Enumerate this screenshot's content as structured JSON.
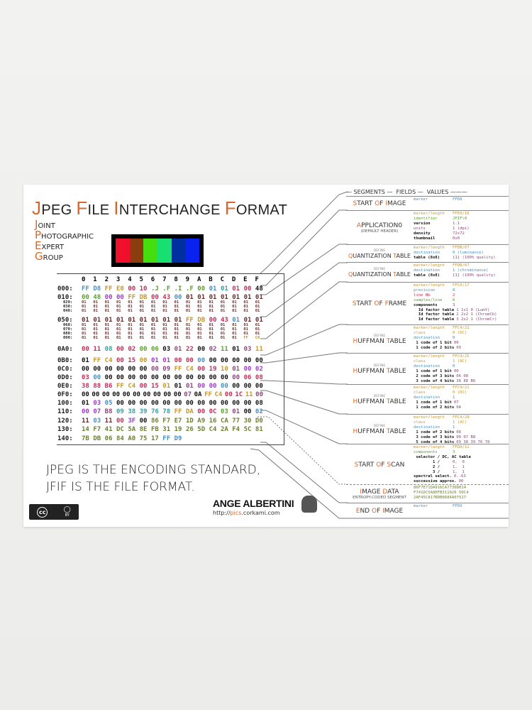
{
  "title": {
    "parts": [
      [
        "J",
        "peg "
      ],
      [
        "F",
        "ile "
      ],
      [
        "I",
        "nterchange "
      ],
      [
        "F",
        "ormat"
      ]
    ]
  },
  "acronym": [
    [
      "J",
      "OINT"
    ],
    [
      "P",
      "HOTOGRAPHIC"
    ],
    [
      "E",
      "XPERT"
    ],
    [
      "G",
      "ROUP"
    ]
  ],
  "image_colors": [
    "#f0102c",
    "#8b3d10",
    "#45dc10",
    "#18e070",
    "#0030a0",
    "#0a22f0"
  ],
  "palette": {
    "b": "#4a8fc0",
    "o": "#c8962c",
    "r": "#c03058",
    "g": "#5aa030",
    "p": "#a03cc8",
    "k": "#111111",
    "t": "#3c9ca0",
    "n": "#6a2a2a",
    "l": "#6c8030",
    "m": "#8a4a7a"
  },
  "hex": {
    "columns": [
      "0",
      "1",
      "2",
      "3",
      "4",
      "5",
      "6",
      "7",
      "8",
      "9",
      "A",
      "B",
      "C",
      "D",
      "E",
      "F"
    ],
    "rows": [
      {
        "addr": "000:",
        "size": "big",
        "cells": "FF D8 FF E0 00 10 .J .F .I .F 00 01 01 01 00 48",
        "colors": "bboorrggggg btrr"
      },
      {
        "addr": "010:",
        "size": "big",
        "cells": "00 48 00 00 FF DB 00 43 00 01 01 01 01 01 01 01",
        "colors": "ggppoorrbnnnnnnn"
      },
      {
        "addr": "020:",
        "size": "small",
        "cells": "01 01 01 01 01 01 01 01 01 01 01 01 01 01 01 01",
        "colors": "nnnnnnnnnnnnnnnn"
      },
      {
        "addr": "030:",
        "size": "small",
        "cells": "01 01 01 01 01 01 01 01 01 01 01 01 01 01 01 01",
        "colors": "nnnnnnnnnnnnnnnn"
      },
      {
        "addr": "040:",
        "size": "small",
        "cells": "01 01 01 01 01 01 01 01 01 01 01 01 01 01 01 01",
        "colors": "nnnnnnnnnnnnnnnn"
      },
      {
        "addr": "050:",
        "size": "big",
        "cells": "01 01 01 01 01 01 01 01 01 FF DB 00 43 01 01 01",
        "colors": "nnnnnnnnnoorrbnn"
      },
      {
        "addr": "060:",
        "size": "small",
        "cells": "01 01 01 01 01 01 01 01 01 01 01 01 01 01 01 01",
        "colors": "nnnnnnnnnnnnnnnn"
      },
      {
        "addr": "070:",
        "size": "small",
        "cells": "01 01 01 01 01 01 01 01 01 01 01 01 01 01 01 01",
        "colors": "nnnnnnnnnnnnnnnn"
      },
      {
        "addr": "080:",
        "size": "small",
        "cells": "01 01 01 01 01 01 01 01 01 01 01 01 01 01 01 01",
        "colors": "nnnnnnnnnnnnnnnn"
      },
      {
        "addr": "090:",
        "size": "small",
        "cells": "01 01 01 01 01 01 01 01 01 01 01 01 01 01 FF C0",
        "colors": "nnnnnnnnnnnnnnoo"
      },
      {
        "addr": "0A0:",
        "size": "big",
        "cells": "00 11 08 00 02 00 06 03 01 22 00 02 11 01 03 11",
        "colors": "rrtrrggkmrkmgkmo"
      },
      {
        "addr": "0B0:",
        "size": "big",
        "cells": "01 FF C4 00 15 00 01 01 00 00 00 00 00 00 00 00",
        "colors": "koorropprrbkkkkk"
      },
      {
        "addr": "0C0:",
        "size": "big",
        "cells": "00 00 00 00 00 00 00 09 FF C4 00 19 10 01 00 02",
        "colors": "kkkkkkmmoorrompp"
      },
      {
        "addr": "0D0:",
        "size": "big",
        "cells": "03 00 00 00 00 00 00 00 00 00 00 00 00 00 06 08",
        "colors": "rbkkkkkkkkkkkmrr"
      },
      {
        "addr": "0E0:",
        "size": "big",
        "cells": "38 88 B6 FF C4 00 15 01 01 01 00 00 00 00 00 00",
        "colors": "rrroorrokmppbkkk"
      },
      {
        "addr": "0F0:",
        "size": "big",
        "cells": "00 00 00 00 00 00 00 00 00 00 07 0A FF C4 00 1C 11 00",
        "colors": "kkkkkkkkkkmkoorrom"
      },
      {
        "addr": "100:",
        "size": "big",
        "cells": "01 03 05 00 00 00 00 00 00 00 00 00 00 00 00 08",
        "colors": "kpbkkkkkkkkkkkkk"
      },
      {
        "addr": "110:",
        "size": "big",
        "cells": "00 07 B8 09 38 39 76 78 FF DA 00 0C 03 01 00 02",
        "colors": "ppmtttttoorrgmkb"
      },
      {
        "addr": "120:",
        "size": "big",
        "cells": "11 03 11 00 3F 00 86 F7 E7 1D A9 16 CA 77 30 D0",
        "colors": "nbnrpklllllllll l"
      },
      {
        "addr": "130:",
        "size": "big",
        "cells": "14 F7 41 DC 5A 8E FB 31 19 26 5D C4 2A F4 5C 81",
        "colors": "llllllllllllllll"
      },
      {
        "addr": "140:",
        "size": "big",
        "cells": "7B DB 06 84 A0 75 17 FF D9",
        "colors": "lllllllbb"
      }
    ]
  },
  "segments_header": {
    "segments": "SEGMENTS",
    "fields": "FIELDS",
    "values": "VALUES"
  },
  "segments": [
    {
      "name": "START OF IMAGE",
      "define": "",
      "sub": "",
      "fields": [
        [
          "marker",
          "FFD8",
          "b"
        ]
      ]
    },
    {
      "name": "APPLICATION0",
      "define": "",
      "sub": "(DEFAULT HEADER)",
      "fields": [
        [
          "marker/length",
          "FFE0/16",
          "o"
        ],
        [
          "identifier",
          "JFIF\\0",
          "g"
        ],
        [
          "version",
          "1.1",
          "k"
        ],
        [
          "units",
          "1 (dpi)",
          "m"
        ],
        [
          "density",
          "72x72",
          "k"
        ],
        [
          "thumbnail",
          "0x0",
          "k"
        ]
      ]
    },
    {
      "name": "QUANTIZATION TABLE",
      "define": "DEFINE",
      "sub": "",
      "fields": [
        [
          "marker/length",
          "FFDB/67",
          "o"
        ],
        [
          "destination",
          "0 (luminance)",
          "b"
        ],
        [
          "table (8x8)",
          "{1} (100% quality)",
          "k"
        ]
      ]
    },
    {
      "name": "QUANTIZATION TABLE",
      "define": "DEFINE",
      "sub": "",
      "fields": [
        [
          "marker/length",
          "FFDB/67",
          "o"
        ],
        [
          "destination",
          "1 (chrominance)",
          "b"
        ],
        [
          "table (8x8)",
          "{1} (100% quality)",
          "k"
        ]
      ]
    },
    {
      "name": "START OF FRAME",
      "define": "",
      "sub": "",
      "fields": [
        [
          "marker/length",
          "FFC0/17",
          "o"
        ],
        [
          "precision",
          "8",
          "b"
        ],
        [
          "line Nb",
          "2",
          "r"
        ],
        [
          "samples/line",
          "6",
          "g"
        ],
        [
          "components",
          "3",
          "k"
        ],
        [
          "  Id factor table",
          "1 1x1 0 (LumY)",
          "k"
        ],
        [
          "  Id factor table",
          "2 2x2 1 (ChromCb)",
          "k"
        ],
        [
          "  Id factor table",
          "3 2x2 1 (ChromCr)",
          "k"
        ]
      ]
    },
    {
      "name": "HUFFMAN TABLE",
      "define": "DEFINE",
      "sub": "",
      "fields": [
        [
          "marker/length",
          "FFC4/21",
          "o"
        ],
        [
          "class",
          "0 (DC)",
          "o"
        ],
        [
          "destination",
          "0",
          "b"
        ],
        [
          " 1 code of 1 bit",
          "00",
          "k"
        ],
        [
          " 1 code of 2 bits",
          "09",
          "k"
        ]
      ]
    },
    {
      "name": "HUFFMAN TABLE",
      "define": "DEFINE",
      "sub": "",
      "fields": [
        [
          "marker/length",
          "FFC4/25",
          "o"
        ],
        [
          "class",
          "1 (AC)",
          "o"
        ],
        [
          "destination",
          "0",
          "b"
        ],
        [
          " 1 code of 1 bit",
          "00",
          "k"
        ],
        [
          " 2 code of 3 bits",
          "06 08",
          "k"
        ],
        [
          " 3 code of 4 bits",
          "38 88 B6",
          "k"
        ]
      ]
    },
    {
      "name": "HUFFMAN TABLE",
      "define": "DEFINE",
      "sub": "",
      "fields": [
        [
          "marker/length",
          "FFC4/21",
          "o"
        ],
        [
          "class",
          "0 (DC)",
          "o"
        ],
        [
          "destination",
          "1",
          "b"
        ],
        [
          " 1 code of 1 bit",
          "07",
          "k"
        ],
        [
          " 1 code of 2 bits",
          "0A",
          "k"
        ]
      ]
    },
    {
      "name": "HUFFMAN TABLE",
      "define": "DEFINE",
      "sub": "",
      "fields": [
        [
          "marker/length",
          "FFC4/28",
          "o"
        ],
        [
          "class",
          "1 (AC)",
          "o"
        ],
        [
          "destination",
          "1",
          "b"
        ],
        [
          " 1 code of 2 bits",
          "08",
          "k"
        ],
        [
          " 3 code of 3 bits",
          "00 07 B8",
          "k"
        ],
        [
          " 5 code of 4 bits",
          "09 38 39 76 78",
          "k"
        ]
      ]
    },
    {
      "name": "START OF SCAN",
      "define": "",
      "sub": "",
      "fields": [
        [
          "marker/length",
          "FFDA/12",
          "o"
        ],
        [
          "components",
          "3",
          "g"
        ],
        [
          " selector / DC, AC table",
          "",
          "k"
        ],
        [
          "        1 /",
          "0,  0",
          "k"
        ],
        [
          "        2 /",
          "1,  1",
          "k"
        ],
        [
          "        3 /",
          "1,  1",
          "k"
        ],
        [
          "spectral select.",
          "0..63",
          "k"
        ],
        [
          "successive approx.",
          "00",
          "k"
        ]
      ]
    },
    {
      "name": "IMAGE DATA",
      "define": "",
      "sub": "ENTROPY-CODED SEGMENT",
      "fields": [
        [
          "86F7E71DA916CA7730D014",
          "",
          "l"
        ],
        [
          "F741DC5A8EFB311926 5DC4",
          "",
          "l"
        ],
        [
          "2AF45C817BDB0684A07517",
          "",
          "l"
        ]
      ]
    },
    {
      "name": "END OF IMAGE",
      "define": "",
      "sub": "",
      "fields": [
        [
          "marker",
          "FFD9",
          "b"
        ]
      ]
    }
  ],
  "slogan": [
    "JPEG IS THE ENCODING STANDARD,",
    "JFIF IS THE FILE FORMAT."
  ],
  "license": {
    "cc": "cc",
    "by": "BY"
  },
  "author": {
    "name": "ANGE ALBERTINI",
    "url_prefix": "http://",
    "url_highlight": "pics",
    "url_suffix": ".corkami.com"
  }
}
